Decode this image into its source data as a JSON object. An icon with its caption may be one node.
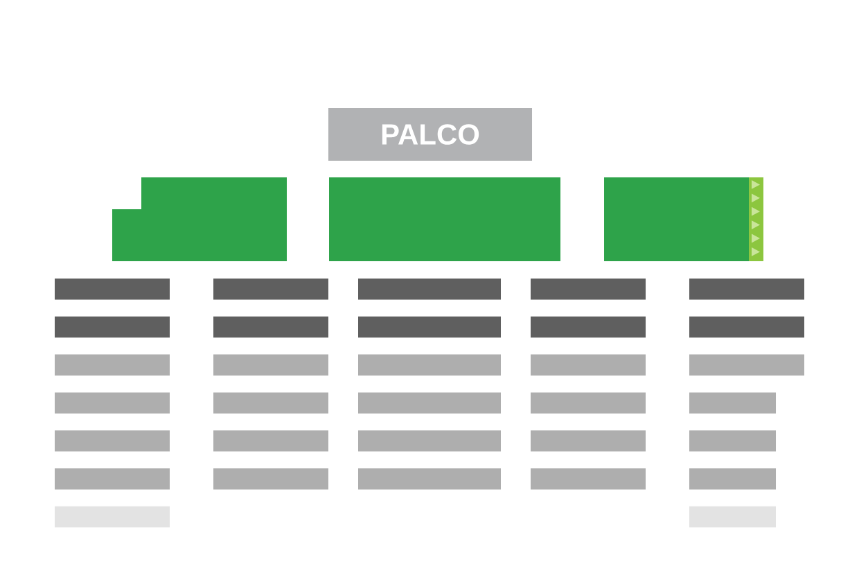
{
  "diagram": {
    "nodes": [
      {
        "text": [
          "PALCO"
        ]
      },
      {
        "text": [],
        "shape": "box"
      },
      {
        "text": [],
        "shape": "box"
      },
      {
        "text": [],
        "shape": "box"
      }
    ]
  }
}
